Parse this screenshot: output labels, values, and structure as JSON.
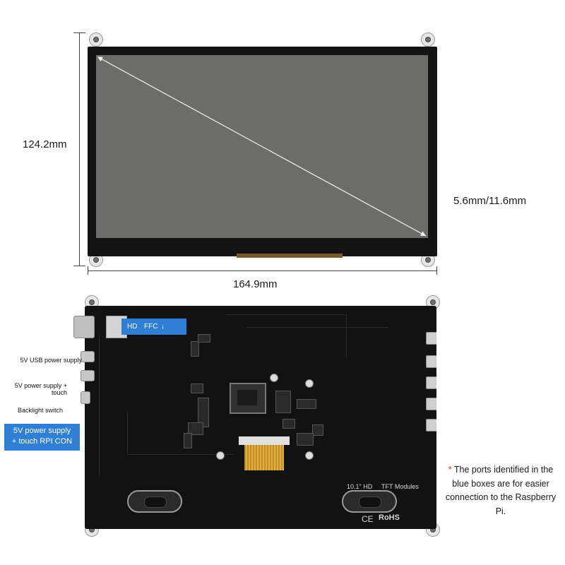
{
  "display": {
    "height_dim": "124.2mm",
    "width_dim": "164.9mm",
    "thickness_dim": "5.6mm/11.6mm"
  },
  "board": {
    "hd_label": "HD",
    "ffc_label": "FFC",
    "ffc_arrow": "↓",
    "silkscreen_model": "10.1\" HD",
    "silkscreen_tft": "TFT Modules",
    "rohs": "RoHS",
    "ce": "CE"
  },
  "labels": {
    "usb_power": "5V USB power supply",
    "power_touch": "5V power supply + touch",
    "backlight": "Backlight switch",
    "rpi_line1": "5V power supply",
    "rpi_line2": "+ touch RPI CON"
  },
  "note": {
    "star": "*",
    "text": "The ports identified in the blue boxes are for easier connection to the Raspberry Pi."
  },
  "colors": {
    "blue_box": "#2f7fd6",
    "star": "#d9252a",
    "board": "#121212",
    "screen": "#6c6c6a"
  }
}
